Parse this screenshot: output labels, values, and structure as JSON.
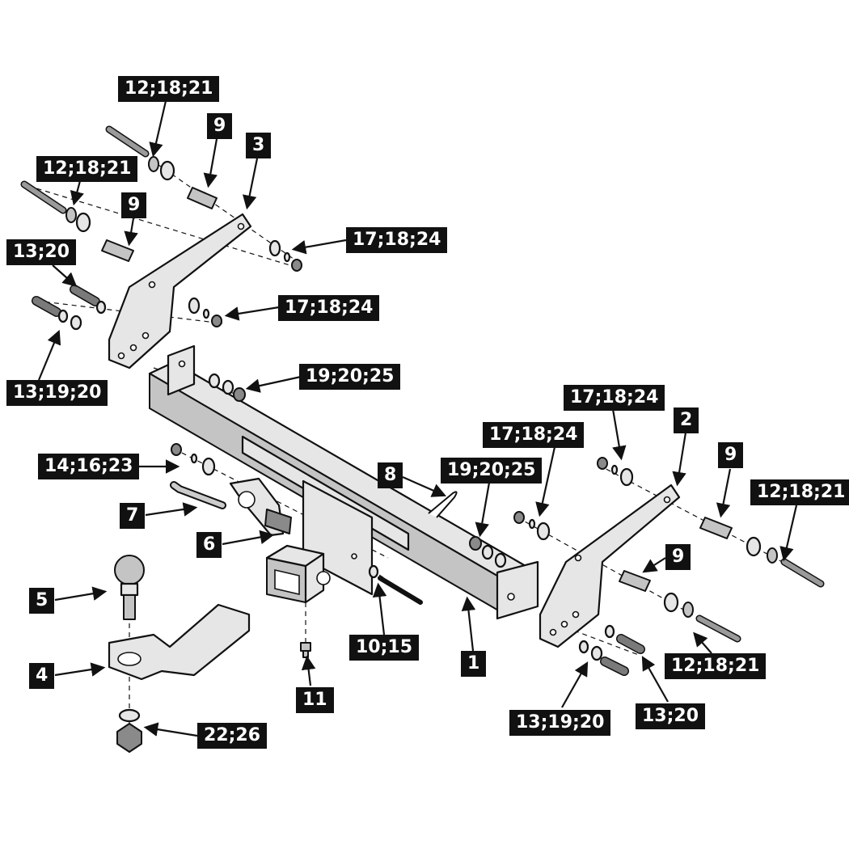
{
  "callouts": {
    "c_12_18_21_top": "12;18;21",
    "c_9_top": "9",
    "c_3": "3",
    "c_12_18_21_left": "12;18;21",
    "c_9_left": "9",
    "c_17_18_24_upper": "17;18;24",
    "c_13_20_left": "13;20",
    "c_17_18_24_mid": "17;18;24",
    "c_13_19_20_left": "13;19;20",
    "c_19_20_25_left": "19;20;25",
    "c_17_18_24_right_top": "17;18;24",
    "c_2": "2",
    "c_17_18_24_right": "17;18;24",
    "c_9_right": "9",
    "c_14_16_23": "14;16;23",
    "c_8": "8",
    "c_19_20_25_right": "19;20;25",
    "c_12_18_21_right": "12;18;21",
    "c_7": "7",
    "c_6": "6",
    "c_9_right_low": "9",
    "c_5": "5",
    "c_10_15": "10;15",
    "c_1": "1",
    "c_12_18_21_right_low": "12;18;21",
    "c_4": "4",
    "c_11": "11",
    "c_13_19_20_right": "13;19;20",
    "c_13_20_right": "13;20",
    "c_22_26": "22;26"
  }
}
